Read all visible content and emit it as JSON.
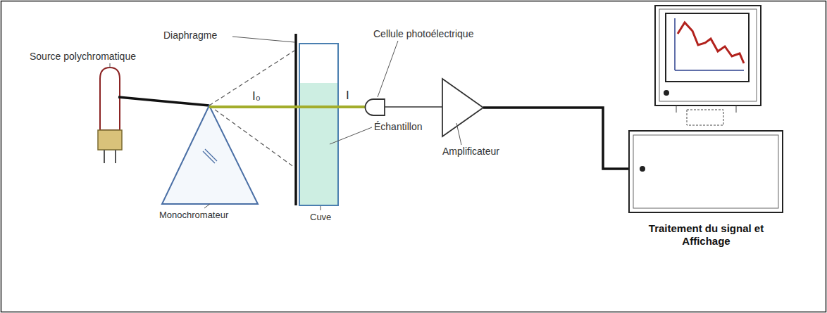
{
  "diagram": {
    "labels": [
      "Diaphragme",
      "Cellule photoélectrique",
      "Source polychromatique",
      "I₀",
      "I",
      "Échantillon",
      "Monochromateur",
      "Cuve",
      "Amplificateur",
      "Traitement du signal et Affichage"
    ]
  }
}
